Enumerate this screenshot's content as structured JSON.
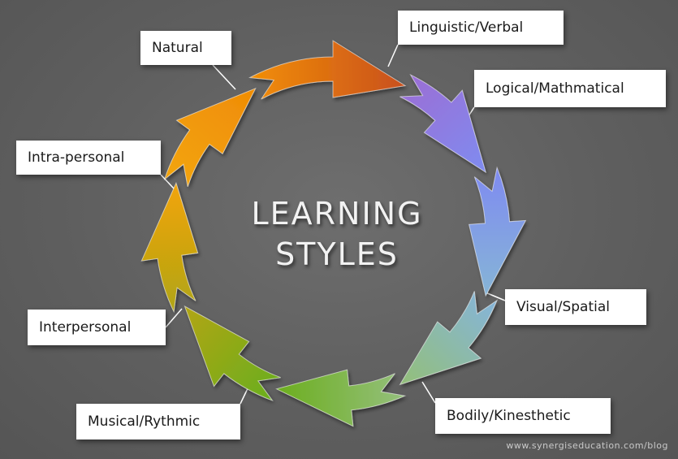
{
  "center": {
    "line1": "LEARNING",
    "line2": "STYLES"
  },
  "styles": [
    {
      "label": "Linguistic/Verbal",
      "color": "#9a6fd6",
      "color_end": "#7f8cf0"
    },
    {
      "label": "Logical/Mathmatical",
      "color": "#7f8cf0",
      "color_end": "#86b5d6"
    },
    {
      "label": "Visual/Spatial",
      "color": "#86b5d6",
      "color_end": "#93bf79"
    },
    {
      "label": "Bodily/Kinesthetic",
      "color": "#93bf79",
      "color_end": "#6cae1e"
    },
    {
      "label": "Musical/Rythmic",
      "color": "#6cae1e",
      "color_end": "#b2a513"
    },
    {
      "label": "Interpersonal",
      "color": "#b2a513",
      "color_end": "#f2a40d"
    },
    {
      "label": "Intra-personal",
      "color": "#f2a40d",
      "color_end": "#f08c05"
    },
    {
      "label": "Natural",
      "color": "#f08c05",
      "color_end": "#c9501e"
    }
  ],
  "watermark": "www.synergiseducation.com/blog"
}
